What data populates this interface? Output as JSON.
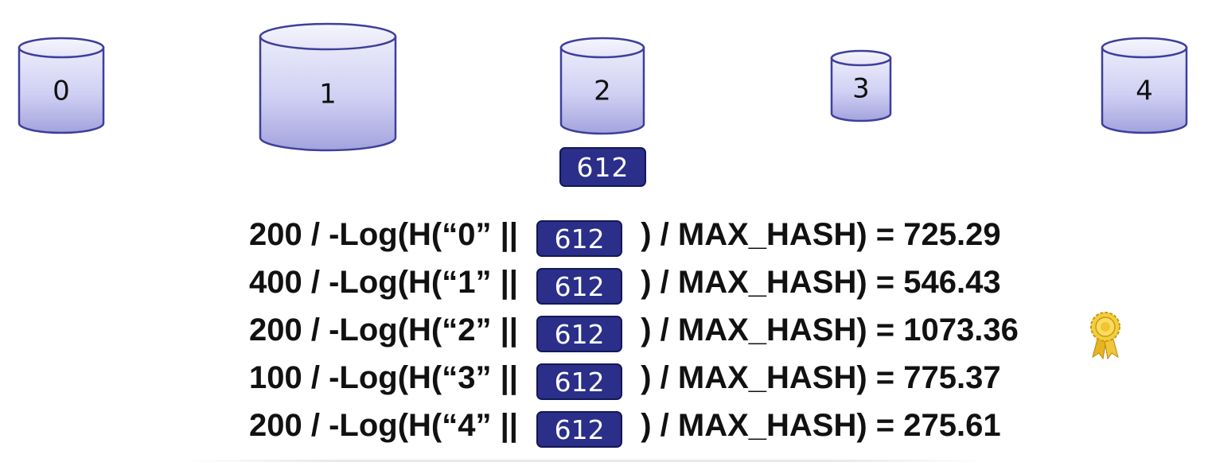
{
  "key": "612",
  "colors": {
    "cylinder_top": "#eeeefb",
    "cylinder_body_light": "#e3e3f8",
    "cylinder_body_dark": "#a7a7df",
    "cylinder_outline": "#3d3f9c",
    "badge": "#2b2f8a"
  },
  "nodes": [
    {
      "label": "0"
    },
    {
      "label": "1"
    },
    {
      "label": "2"
    },
    {
      "label": "3"
    },
    {
      "label": "4"
    }
  ],
  "equations": [
    {
      "prefix": "200 / -Log(H(“0” || ",
      "suffix": " ) / MAX_HASH) = 725.29"
    },
    {
      "prefix": "400 / -Log(H(“1” || ",
      "suffix": " ) / MAX_HASH) = 546.43"
    },
    {
      "prefix": "200 / -Log(H(“2” || ",
      "suffix": " ) / MAX_HASH) = 1073.36"
    },
    {
      "prefix": "100 / -Log(H(“3” || ",
      "suffix": " ) / MAX_HASH) = 775.37"
    },
    {
      "prefix": "200 / -Log(H(“4” || ",
      "suffix": " ) / MAX_HASH) = 275.61"
    }
  ],
  "winner_icon": "award-ribbon-icon"
}
